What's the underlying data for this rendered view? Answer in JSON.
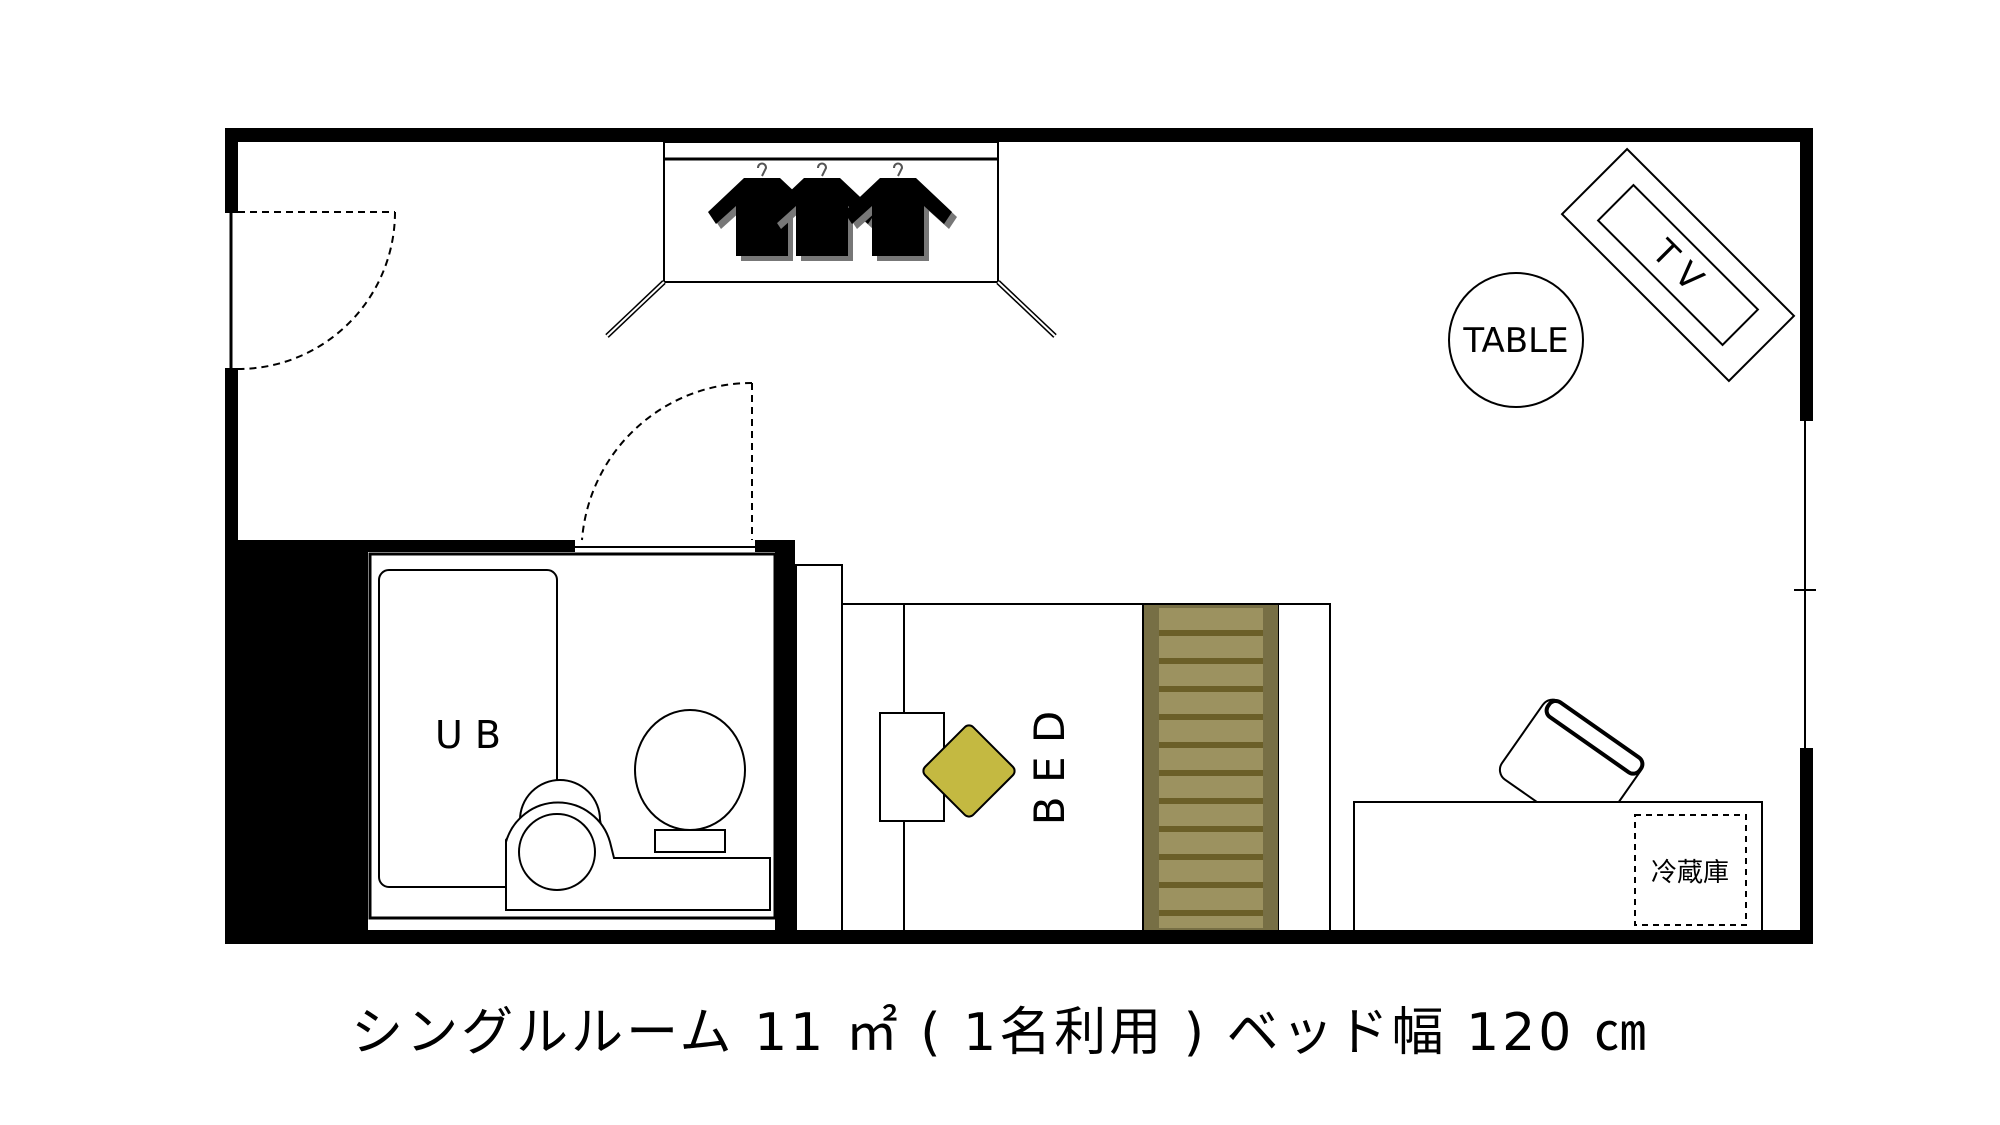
{
  "labels": {
    "table": "TABLE",
    "tv": "T V",
    "unit_bath": "U B",
    "bed": "B E D",
    "fridge": "冷蔵庫"
  },
  "caption": "シングルルーム 11 ㎡ ( 1名利用 ) ベッド幅 120 ㎝",
  "colors": {
    "wall": "#000000",
    "pillow": "#c4b941",
    "runner_dark": "#6b5f28",
    "runner_light": "#9c9260",
    "runner_frame": "#776f45"
  }
}
